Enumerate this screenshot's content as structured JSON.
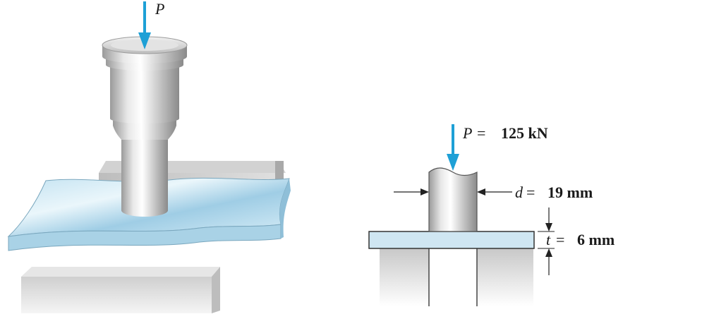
{
  "colors": {
    "force_arrow": "#1ea0d6",
    "plate_light": "#d6ecf6",
    "plate_mid": "#a8d4ea",
    "plate_edge": "#6e9db5",
    "steel_light": "#f4f4f4",
    "steel_mid": "#c4c4c4",
    "steel_dark": "#8e8e8e",
    "die_face": "#d9d9d9",
    "die_shadow": "#b5b5b5"
  },
  "left_figure": {
    "load_symbol": "P"
  },
  "right_figure": {
    "load": {
      "symbol": "P",
      "equals": "=",
      "value": "125 kN"
    },
    "diameter": {
      "symbol": "d",
      "equals": "=",
      "value": "19 mm"
    },
    "thickness": {
      "symbol": "t",
      "equals": "=",
      "value": "6 mm"
    }
  }
}
